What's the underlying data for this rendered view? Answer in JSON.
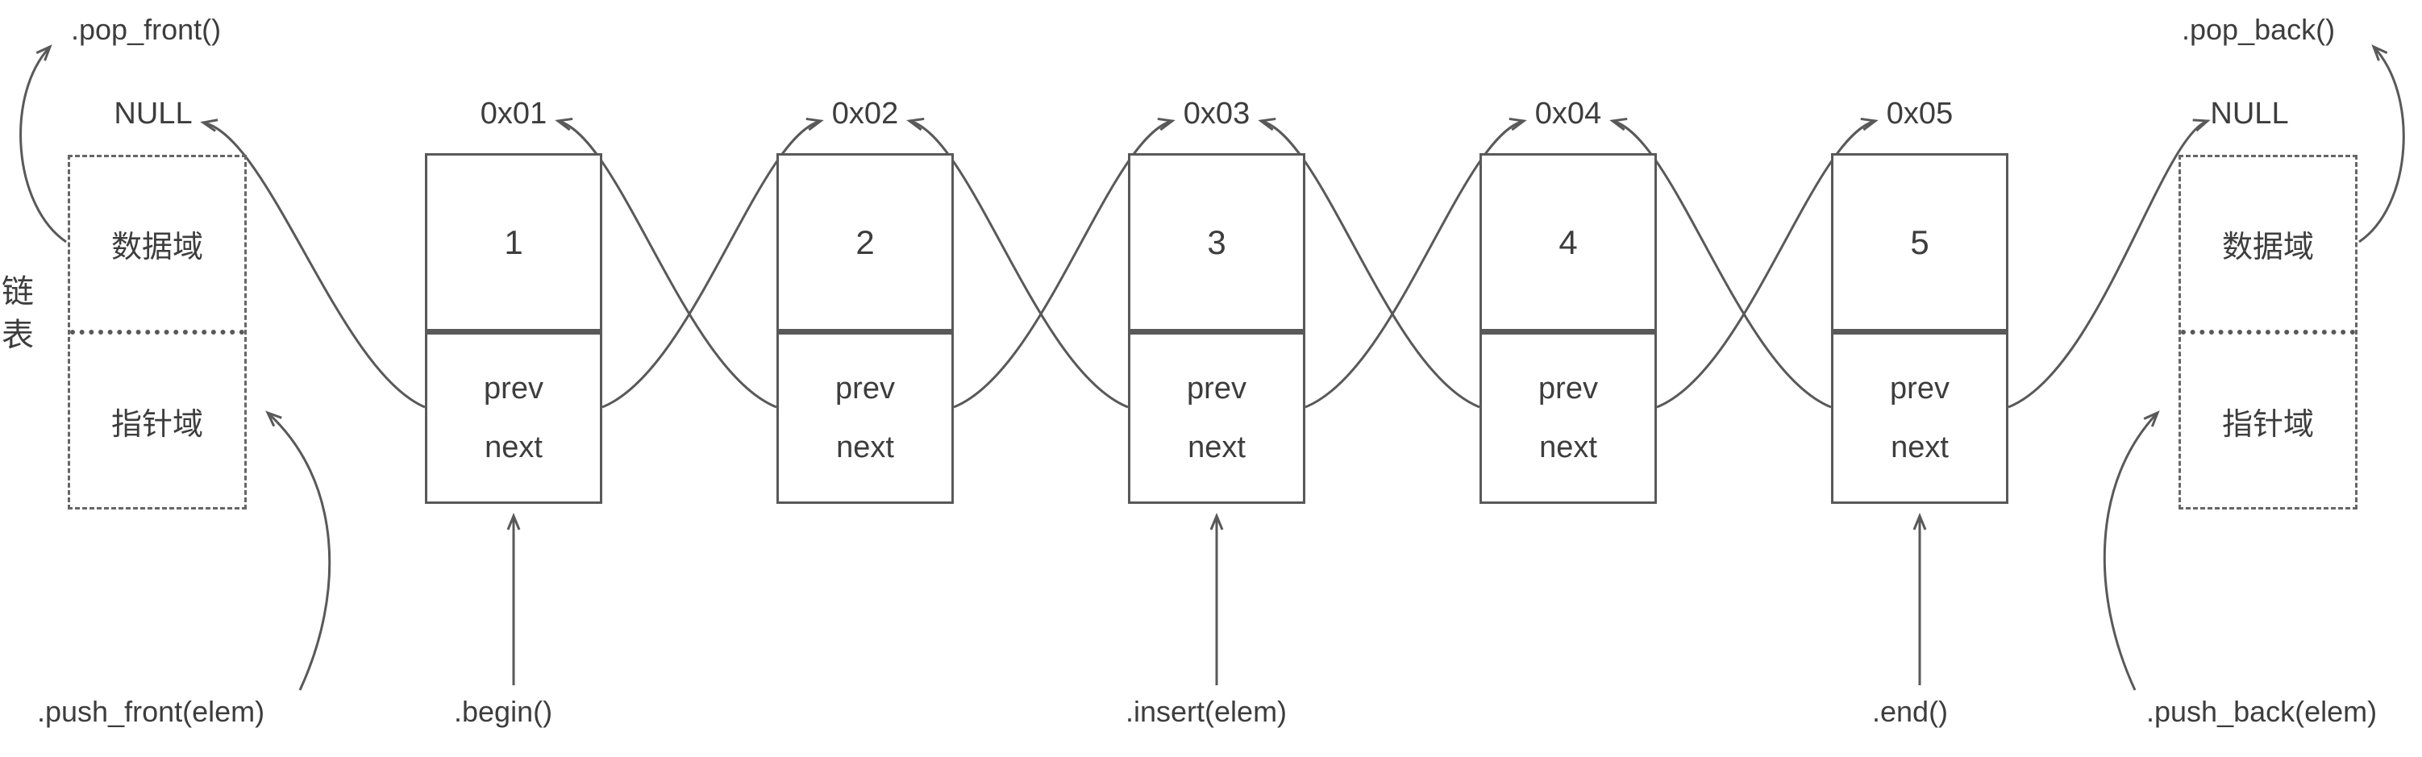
{
  "diagram": {
    "title_vertical": "链表",
    "left_struct": {
      "null_label": "NULL",
      "data_field": "数据域",
      "pointer_field": "指针域"
    },
    "right_struct": {
      "null_label": "NULL",
      "data_field": "数据域",
      "pointer_field": "指针域"
    },
    "nodes": [
      {
        "address": "0x01",
        "value": "1",
        "prev": "prev",
        "next": "next"
      },
      {
        "address": "0x02",
        "value": "2",
        "prev": "prev",
        "next": "next"
      },
      {
        "address": "0x03",
        "value": "3",
        "prev": "prev",
        "next": "next"
      },
      {
        "address": "0x04",
        "value": "4",
        "prev": "prev",
        "next": "next"
      },
      {
        "address": "0x05",
        "value": "5",
        "prev": "prev",
        "next": "next"
      }
    ],
    "operations": {
      "pop_front": ".pop_front()",
      "push_front": ".push_front(elem)",
      "begin": ".begin()",
      "insert": ".insert(elem)",
      "end": ".end()",
      "pop_back": ".pop_back()",
      "push_back": ".push_back(elem)"
    },
    "colors": {
      "stroke": "#595959",
      "text": "#3d3d3d",
      "background": "#ffffff"
    }
  }
}
